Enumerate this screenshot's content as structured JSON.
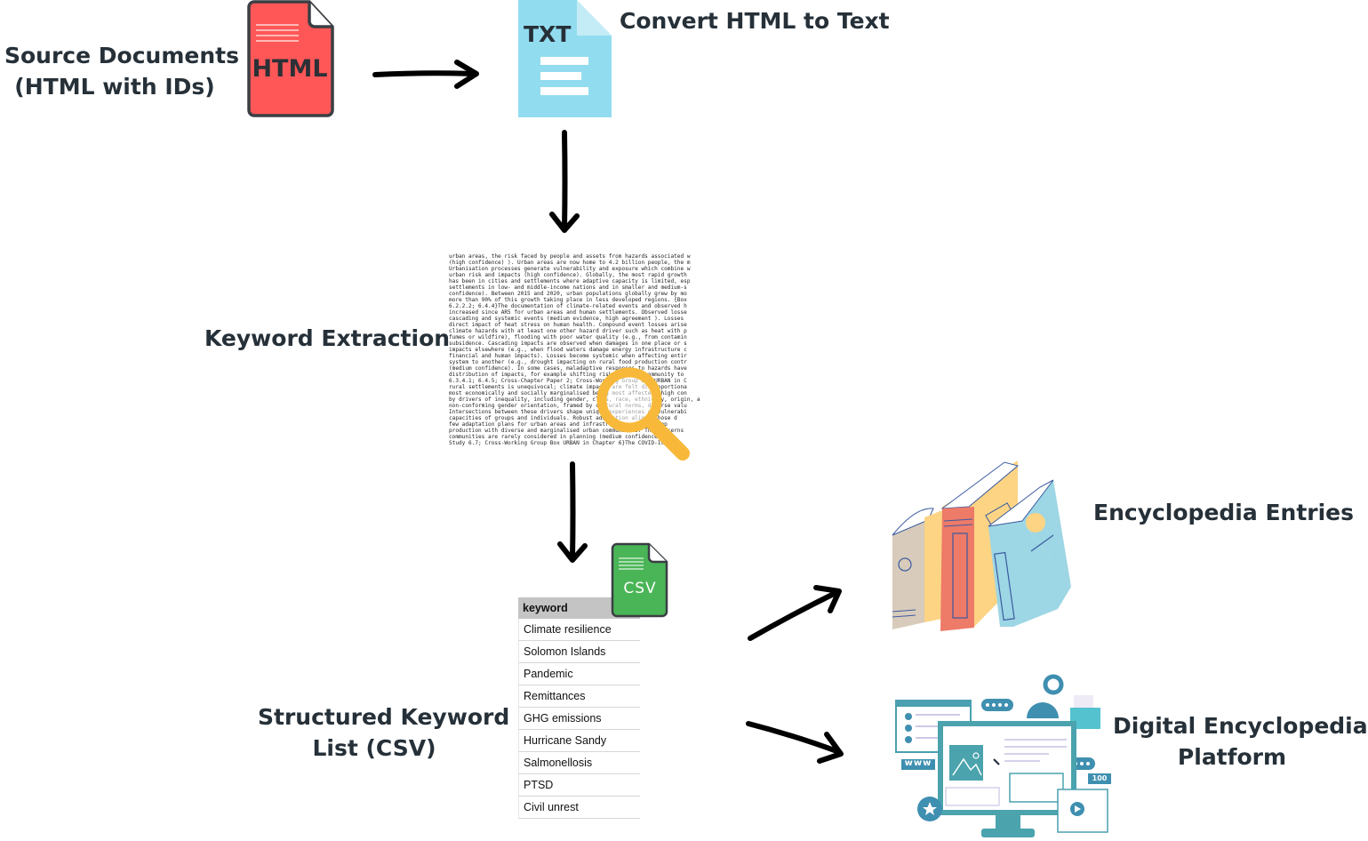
{
  "diagram": {
    "steps": {
      "source": {
        "label_line1": "Source Documents",
        "label_line2": "(HTML with IDs)",
        "icon_text": "HTML",
        "icon": "html-file-icon",
        "color": "#ff5757"
      },
      "convert": {
        "label": "Convert HTML to Text",
        "icon_text": "TXT",
        "icon": "txt-file-icon",
        "color": "#92dcef"
      },
      "extract": {
        "label": "Keyword Extraction",
        "icon": "magnifier-icon",
        "magnifier_color": "#f8b93a",
        "text_lines": [
          "urban areas, the risk faced by people and assets from hazards associated w",
          "(high confidence) ). Urban areas are now home to 4.2 billion people, the m",
          "Urbanisation processes generate vulnerability and exposure which combine w",
          "urban risk and impacts (high confidence). Globally, the most rapid growth",
          "has been in cities and settlements where adaptive capacity is limited, esp",
          "settlements in low- and middle-income nations and in smaller and medium-s",
          "confidence). Between 2015 and 2020, urban populations globally grew by mo",
          "more than 90% of this growth taking place in less developed regions. {Box",
          "6.2.2.2; 6.4.4}The documentation of climate-related events and observed h",
          "increased since AR5 for urban areas and human settlements. Observed losse",
          "cascading and systemic events (medium evidence, high agreement ). Losses",
          "direct impact of heat stress on human health. Compound event losses arise",
          "climate hazards with at least one other hazard driver such as heat with p",
          "fumes or wildfire), flooding with poor water quality (e.g., from contamin",
          "subsidence. Cascading impacts are observed when damages in one place or s",
          "impacts elsewhere (e.g., when flood waters damage energy infrastructure c",
          "financial and human impacts). Losses become systemic when affecting entir",
          "system to another (e.g., drought impacting on rural food production contr",
          "(medium confidence). In some cases, maladaptive responses to hazards have",
          "distribution of impacts, for example shifting risk from one community to",
          "6.3.4.1; 6.4.5; Cross-Chapter Paper 2; Cross-Working Group Box URBAN in C",
          "rural settlements is unequivocal; climate impacts are felt disproportiona",
          "most economically and socially marginalised being most affected (high con",
          "by drivers of inequality, including gender, class, race, ethnicity, origin, a",
          "non-conforming gender orientation, framed by cultural norms, diverse valu",
          "Intersections between these drivers shape unique experiences of vulnerabi",
          "capacities of groups and individuals. Robust adaptation aligns those d",
          "few adaptation plans for urban areas and infrastructure are develop",
          "production with diverse and marginalised urban communities. The concerns",
          "communities are rarely considered in planning (medium confidence). {6",
          "Study 6.7; Cross-Working Group Box URBAN in Chapter 6}The COVID-19 p"
        ]
      },
      "csv": {
        "label_line1": "Structured Keyword",
        "label_line2": "List (CSV)",
        "icon_text": "CSV",
        "icon": "csv-file-icon",
        "color": "#4ab557",
        "table": {
          "header": "keyword",
          "rows": [
            "Climate resilience",
            "Solomon Islands",
            "Pandemic",
            "Remittances",
            "GHG emissions",
            "Hurricane Sandy",
            "Salmonellosis",
            "PTSD",
            "Civil unrest"
          ]
        }
      },
      "entries": {
        "label": "Encyclopedia Entries",
        "icon": "books-icon"
      },
      "platform": {
        "label_line1": "Digital Encyclopedia",
        "label_line2": "Platform",
        "icon": "web-platform-icon",
        "badge_text": "100",
        "www_text": "www"
      }
    },
    "arrows": [
      "source-to-convert",
      "convert-to-extract",
      "extract-to-csv",
      "csv-to-entries",
      "csv-to-platform"
    ]
  }
}
